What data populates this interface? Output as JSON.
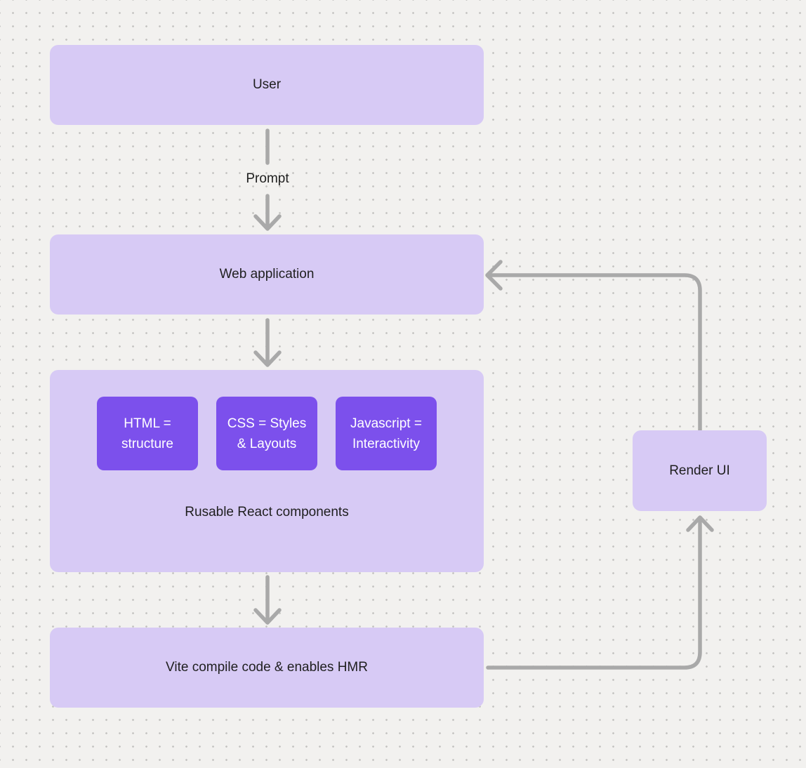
{
  "colors": {
    "background": "#f2f1ef",
    "dot": "#c6c5c3",
    "box_light": "#d7caf5",
    "box_dark": "#7c50ec",
    "arrow": "#a9a9a9",
    "text_dark": "#1f1f1f",
    "text_light": "#ffffff"
  },
  "nodes": {
    "user": {
      "label": "User"
    },
    "web_application": {
      "label": "Web application"
    },
    "components_group": {
      "caption": "Rusable React components",
      "children": [
        {
          "label": "HTML =\nstructure"
        },
        {
          "label": "CSS = Styles\n& Layouts"
        },
        {
          "label": "Javascript =\nInteractivity"
        }
      ]
    },
    "vite": {
      "label": "Vite compile code & enables HMR"
    },
    "render_ui": {
      "label": "Render UI"
    }
  },
  "edges": {
    "prompt_label": "Prompt"
  }
}
